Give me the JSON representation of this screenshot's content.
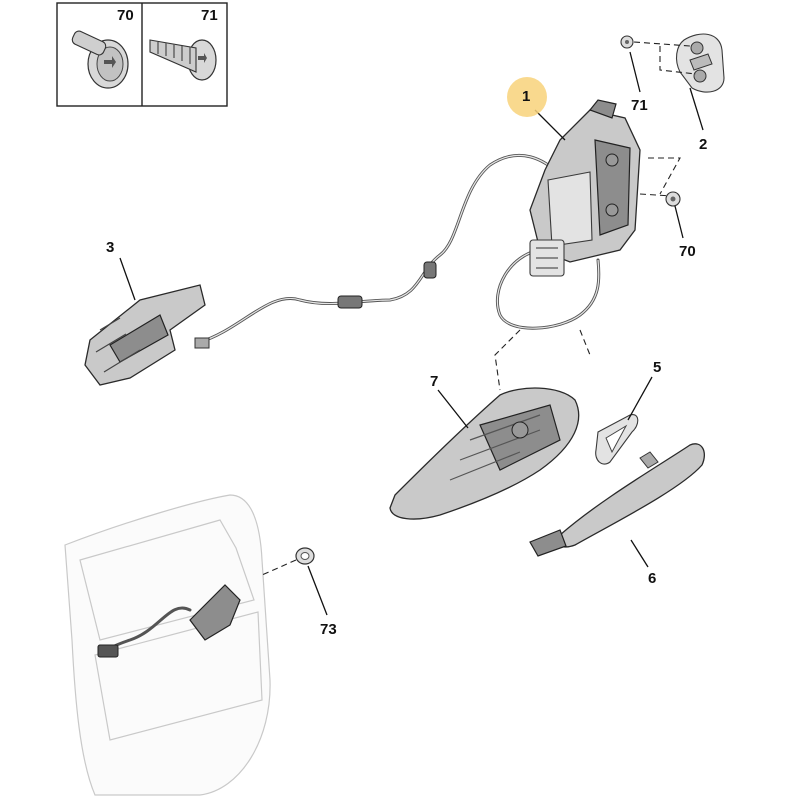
{
  "inset": {
    "box_70": {
      "label": "70"
    },
    "box_71": {
      "label": "71"
    }
  },
  "callouts": {
    "c1": "1",
    "c2": "2",
    "c3": "3",
    "c5": "5",
    "c6": "6",
    "c7": "7",
    "c70": "70",
    "c71": "71",
    "c73": "73"
  },
  "colors": {
    "highlight": "#f8d27a",
    "part_fill": "#c9c9c9",
    "line": "#222222"
  }
}
